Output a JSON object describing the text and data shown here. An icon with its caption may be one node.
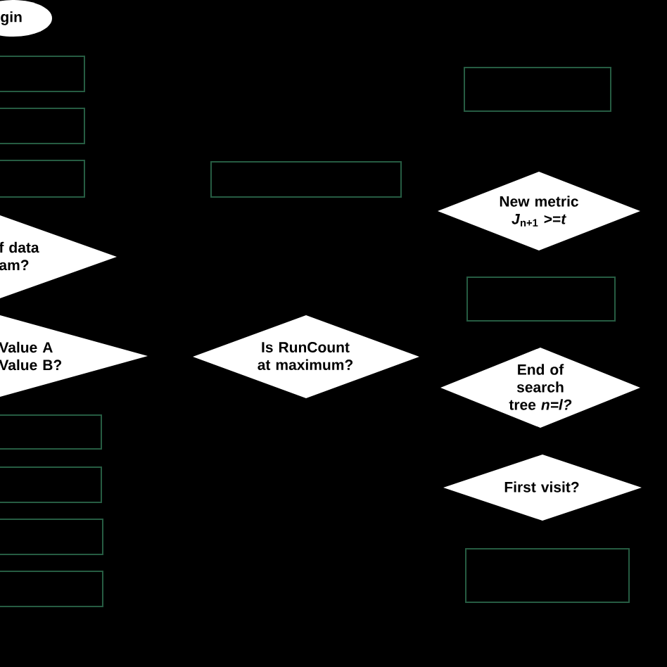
{
  "diagram": {
    "nodes": [
      {
        "text": [
          "gin"
        ]
      },
      {
        "text": [],
        "shape": "box"
      },
      {
        "text": [],
        "shape": "box"
      },
      {
        "text": [],
        "shape": "box"
      },
      {
        "text": [
          "f data am?"
        ]
      },
      {
        "text": [
          "Value A Value B?"
        ]
      },
      {
        "text": [],
        "shape": "box"
      },
      {
        "text": [],
        "shape": "box"
      },
      {
        "text": [],
        "shape": "box"
      },
      {
        "text": [],
        "shape": "box"
      },
      {
        "text": [],
        "shape": "box"
      },
      {
        "text": [
          "Is RunCount at maximum?"
        ]
      },
      {
        "text": [],
        "shape": "box"
      },
      {
        "text": [
          "New metric *J*$_{n+1}$ >=*t*"
        ]
      },
      {
        "text": [],
        "shape": "box"
      },
      {
        "text": [
          "End of search tree *n=l?*"
        ]
      },
      {
        "text": [
          "First visit?"
        ]
      },
      {
        "text": [],
        "shape": "box"
      }
    ]
  }
}
